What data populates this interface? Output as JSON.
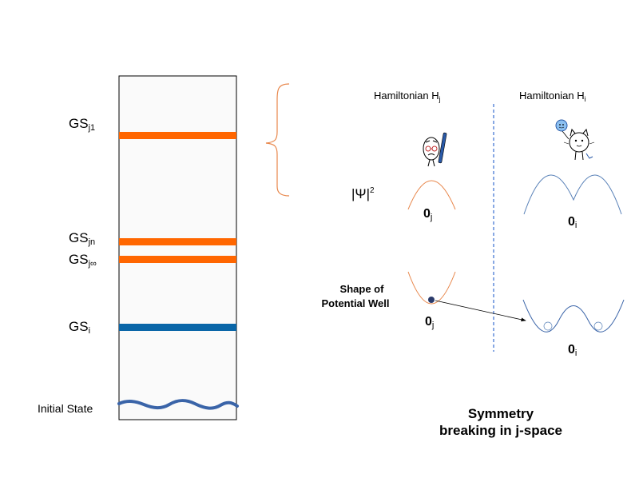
{
  "colors": {
    "orange": "#ff6600",
    "blue": "#0a66a8",
    "wave": "#3a64a8",
    "well_orange": "#e8864a",
    "well_blue": "#5a82b8",
    "divider": "#3a6fd0"
  },
  "levels": {
    "gs_j1": {
      "base": "GS",
      "sub": "j1"
    },
    "gs_jn": {
      "base": "GS",
      "sub": "jn"
    },
    "gs_jinf": {
      "base": "GS",
      "sub": "j∞"
    },
    "gs_i": {
      "base": "GS",
      "sub": "i"
    },
    "initial": "Initial State"
  },
  "right": {
    "ham_j": {
      "base": "Hamiltonian H",
      "sub": "j"
    },
    "ham_i": {
      "base": "Hamiltonian H",
      "sub": "i"
    },
    "psi": {
      "base": "|Ψ|",
      "sup": "2"
    },
    "zero_j_top": {
      "base": "0",
      "sub": "j"
    },
    "zero_i_top": {
      "base": "0",
      "sub": "i"
    },
    "zero_j_bottom": {
      "base": "0",
      "sub": "j"
    },
    "zero_i_bottom": {
      "base": "0",
      "sub": "i"
    },
    "shape_line1": "Shape of",
    "shape_line2": "Potential Well",
    "caption_line1": "Symmetry",
    "caption_line2": "breaking in j-space"
  }
}
